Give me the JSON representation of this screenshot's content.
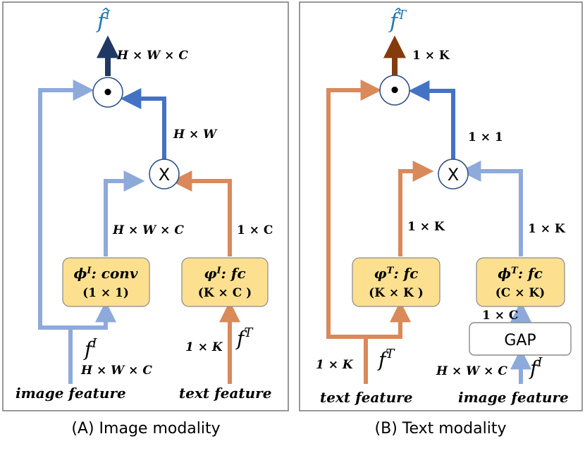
{
  "colors": {
    "light_blue": "#8eaadb",
    "blue": "#4472c4",
    "orange": "#d9895a",
    "dark_navy": "#203864",
    "brown": "#843c0c",
    "box_fill": "#fde08f",
    "output_label": "#1f78b4"
  },
  "panel_a": {
    "caption": "(A) Image modality",
    "output_label": "f̂",
    "output_sup": "I",
    "out_dim": "H × W × C",
    "mult_op": "X",
    "dot_op": "•",
    "mult_to_dot_dim": "H × W",
    "conv_box": {
      "title": "ϕ",
      "sup": "I",
      "rest": ": conv",
      "sub": "(1 × 1)"
    },
    "fc_box": {
      "title": "φ",
      "sup": "I",
      "rest": ": fc",
      "sub": "(K × C )"
    },
    "conv_out_dim": "H × W × C",
    "fc_out_dim": "1 × C",
    "image_feat_label": "f",
    "image_feat_sup": "I",
    "image_feat_dim": "H × W × C",
    "text_feat_label": "f",
    "text_feat_sup": "T",
    "text_feat_dim": "1 × K",
    "input_left": "image feature",
    "input_right": "text feature"
  },
  "panel_b": {
    "caption": "(B) Text modality",
    "output_label": "f̂",
    "output_sup": "T",
    "out_dim": "1 × K",
    "mult_op": "X",
    "dot_op": "•",
    "mult_to_dot_dim": "1 × 1",
    "left_box": {
      "title": "φ",
      "sup": "T",
      "rest": ": fc",
      "sub": "(K × K )"
    },
    "right_box": {
      "title": "ϕ",
      "sup": "T",
      "rest": ": fc",
      "sub": "(C × K)"
    },
    "left_box_out_dim": "1 × K",
    "right_box_out_dim": "1 × K",
    "gap_label": "GAP",
    "gap_out_dim": "1 × C",
    "text_feat_label": "f",
    "text_feat_sup": "T",
    "text_feat_dim": "1 × K",
    "image_feat_label": "f",
    "image_feat_sup": "I",
    "image_feat_dim": "H × W × C",
    "input_left": "text feature",
    "input_right": "image feature"
  }
}
